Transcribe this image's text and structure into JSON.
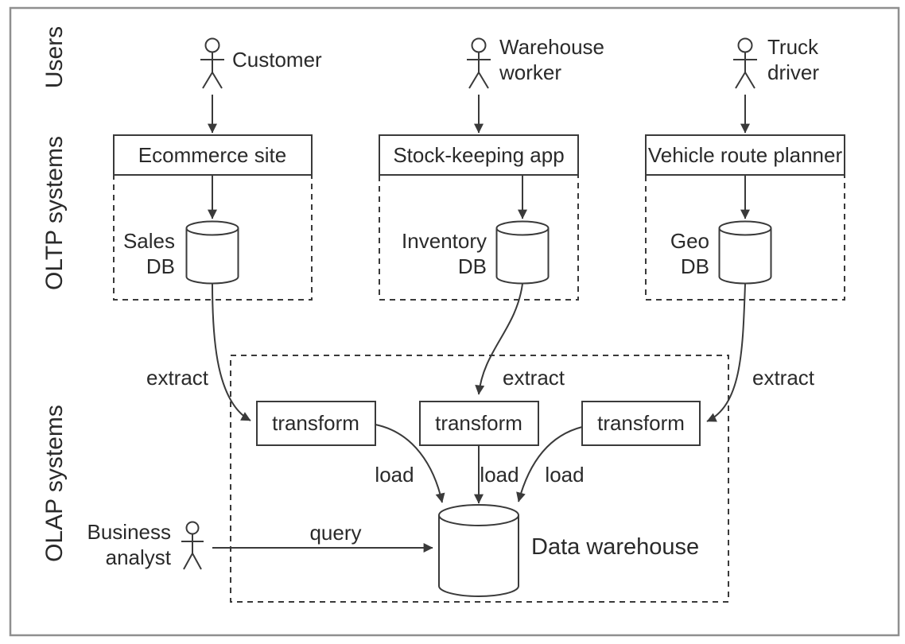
{
  "sections": [
    {
      "label": "Users"
    },
    {
      "label": "OLTP systems"
    },
    {
      "label": "OLAP systems"
    }
  ],
  "actors": [
    {
      "id": "customer",
      "lines": [
        "Customer"
      ]
    },
    {
      "id": "warehouse-worker",
      "lines": [
        "Warehouse",
        "worker"
      ]
    },
    {
      "id": "truck-driver",
      "lines": [
        "Truck",
        "driver"
      ]
    },
    {
      "id": "business-analyst",
      "lines": [
        "Business",
        "analyst"
      ]
    }
  ],
  "applications": [
    {
      "label": "Ecommerce site"
    },
    {
      "label": "Stock-keeping app"
    },
    {
      "label": "Vehicle route planner"
    }
  ],
  "databases": [
    {
      "lines": [
        "Sales",
        "DB"
      ]
    },
    {
      "lines": [
        "Inventory",
        "DB"
      ]
    },
    {
      "lines": [
        "Geo",
        "DB"
      ]
    }
  ],
  "warehouse": {
    "label": "Data warehouse"
  },
  "flow_labels": {
    "extract": [
      "extract",
      "extract",
      "extract"
    ],
    "transform": [
      "transform",
      "transform",
      "transform"
    ],
    "load": [
      "load",
      "load",
      "load"
    ],
    "query": "query"
  },
  "colors": {
    "line": "#3a3a3a",
    "text": "#2a2a2a",
    "frame": "#8f8f8f",
    "background": "#ffffff"
  }
}
